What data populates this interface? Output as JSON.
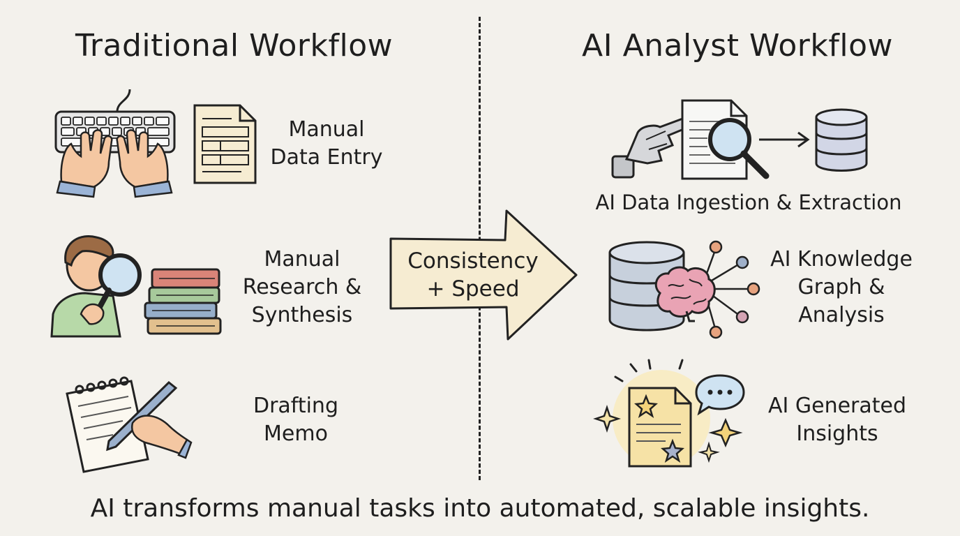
{
  "left": {
    "title": "Traditional Workflow",
    "steps": [
      {
        "label": "Manual\nData Entry",
        "icons": [
          "keyboard-hands-icon",
          "document-form-icon"
        ]
      },
      {
        "label": "Manual\nResearch &\nSynthesis",
        "icons": [
          "person-magnifier-icon",
          "book-stack-icon"
        ]
      },
      {
        "label": "Drafting\nMemo",
        "icons": [
          "notepad-pen-icon"
        ]
      }
    ]
  },
  "right": {
    "title": "AI Analyst Workflow",
    "steps": [
      {
        "label": "AI Data Ingestion & Extraction",
        "icons": [
          "robot-hand-icon",
          "document-search-icon",
          "arrow-right-icon",
          "database-icon"
        ]
      },
      {
        "label": "AI Knowledge\nGraph &\nAnalysis",
        "icons": [
          "database-icon",
          "brain-icon",
          "network-nodes-icon"
        ]
      },
      {
        "label": "AI Generated\nInsights",
        "icons": [
          "starred-document-icon",
          "speech-bubble-icon",
          "sparkle-icon"
        ]
      }
    ]
  },
  "arrow": {
    "label": "Consistency\n+ Speed"
  },
  "caption": "AI transforms manual tasks into automated, scalable insights.",
  "colors": {
    "background": "#f3f1ec",
    "ink": "#222222",
    "paper": "#f6ecd2",
    "database": "#c7d0dc",
    "brain": "#e9a3b4",
    "node": "#e7a37f"
  }
}
